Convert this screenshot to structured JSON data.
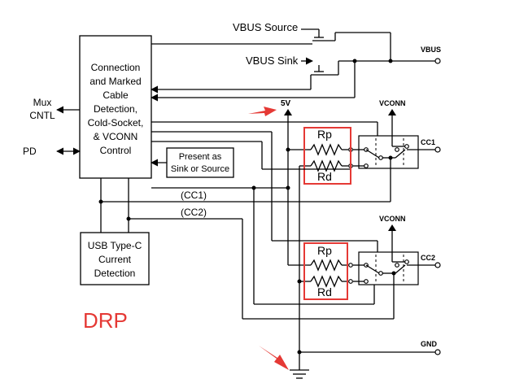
{
  "diagram": {
    "title": "DRP",
    "controller": {
      "lines": [
        "Connection",
        "and Marked",
        "Cable",
        "Detection,",
        "Cold-Socket,",
        "& VCONN",
        "Control"
      ]
    },
    "labels": {
      "vbus_source": "VBUS Source",
      "vbus_sink": "VBUS Sink",
      "vbus_out": "VBUS",
      "five_v": "5V",
      "vconn_1": "VCONN",
      "vconn_2": "VCONN",
      "cc1_out": "CC1",
      "cc2_out": "CC2",
      "gnd": "GND",
      "mux_cntl_line1": "Mux",
      "mux_cntl_line2": "CNTL",
      "pd": "PD",
      "present_line1": "Present as",
      "present_line2": "Sink or Source",
      "cc1_bus": "(CC1)",
      "cc2_bus": "(CC2)",
      "usb_line1": "USB Type-C",
      "usb_line2": "Current",
      "usb_line3": "Detection",
      "rp_1": "Rp",
      "rd_1": "Rd",
      "rp_2": "Rp",
      "rd_2": "Rd"
    },
    "colors": {
      "highlight": "#e53935",
      "line": "#000000"
    }
  }
}
